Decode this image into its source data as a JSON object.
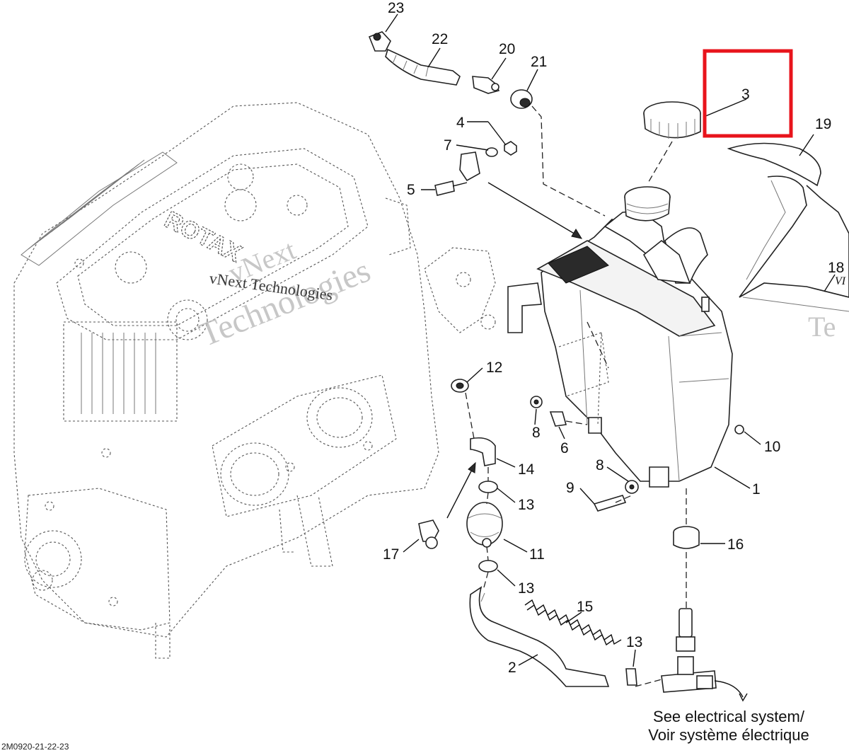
{
  "callouts": {
    "c1": "1",
    "c2": "2",
    "c3": "3",
    "c4": "4",
    "c5": "5",
    "c6": "6",
    "c7": "7",
    "c8a": "8",
    "c8b": "8",
    "c9": "9",
    "c10": "10",
    "c11": "11",
    "c12": "12",
    "c13a": "13",
    "c13b": "13",
    "c13c": "13",
    "c14": "14",
    "c15": "15",
    "c16": "16",
    "c17": "17",
    "c18": "18",
    "c19": "19",
    "c20": "20",
    "c21": "21",
    "c22": "22",
    "c23": "23"
  },
  "note": {
    "line1": "See electrical system/",
    "line2": "Voir système électrique"
  },
  "drawing_code": "2M0920-21-22-23",
  "engine_logo": "ROTAX",
  "watermark": {
    "line1": "vNext Technologies",
    "line2": "vNext",
    "line3": "Technologies",
    "edge": "Te",
    "edge_label": "VI"
  },
  "highlight": {
    "color": "#e8141c",
    "target": "3"
  },
  "colors": {
    "line": "#222222",
    "watermark": "#bdbdbd"
  }
}
